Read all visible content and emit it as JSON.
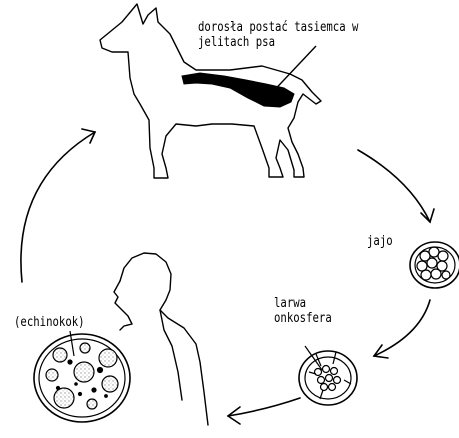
{
  "labels": {
    "adult_line1": "dorosła postać tasiemca w",
    "adult_line2": "jelitach psa",
    "egg": "jajo",
    "larva_line1": "larwa",
    "larva_line2": "onkosfera",
    "cyst": "(echinokok)"
  },
  "icons": [
    "dog-icon",
    "tapeworm-icon",
    "egg-icon",
    "oncosphere-icon",
    "human-icon",
    "echinococcus-cyst-icon",
    "arrow-icon"
  ],
  "colors": {
    "ink": "#000000",
    "background": "#ffffff",
    "speckle": "#c8c8c8"
  }
}
